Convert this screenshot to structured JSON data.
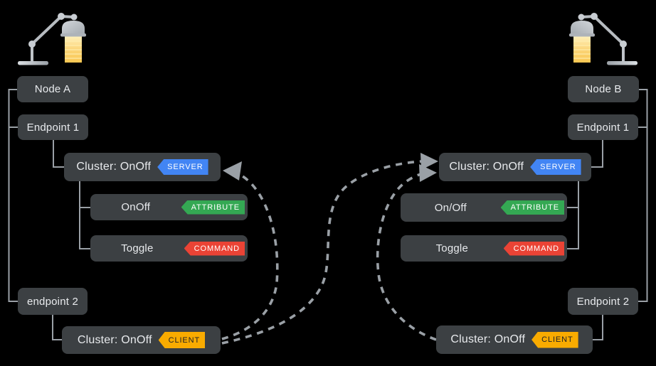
{
  "colors": {
    "background": "#000000",
    "box": "#3C4043",
    "text": "#E8EAED",
    "line": "#9AA0A6",
    "arrow": "#9AA0A6",
    "server_badge": "#4285F4",
    "attribute_badge": "#34A853",
    "command_badge": "#EA4335",
    "client_badge": "#F9AB00",
    "client_badge_text": "#202124",
    "badge_text": "#FFFFFF"
  },
  "left": {
    "node_label": "Node A",
    "endpoint1_label": "Endpoint 1",
    "server_cluster_label": "Cluster: OnOff",
    "server_badge": "SERVER",
    "attribute_label": "OnOff",
    "attribute_badge": "ATTRIBUTE",
    "command_label": "Toggle",
    "command_badge": "COMMAND",
    "endpoint2_label": "endpoint 2",
    "client_cluster_label": "Cluster: OnOff",
    "client_badge": "CLIENT"
  },
  "right": {
    "node_label": "Node B",
    "endpoint1_label": "Endpoint 1",
    "server_cluster_label": "Cluster: OnOff",
    "server_badge": "SERVER",
    "attribute_label": "On/Off",
    "attribute_badge": "ATTRIBUTE",
    "command_label": "Toggle",
    "command_badge": "COMMAND",
    "endpoint2_label": "Endpoint 2",
    "client_cluster_label": "Cluster: OnOff",
    "client_badge": "CLIENT"
  }
}
